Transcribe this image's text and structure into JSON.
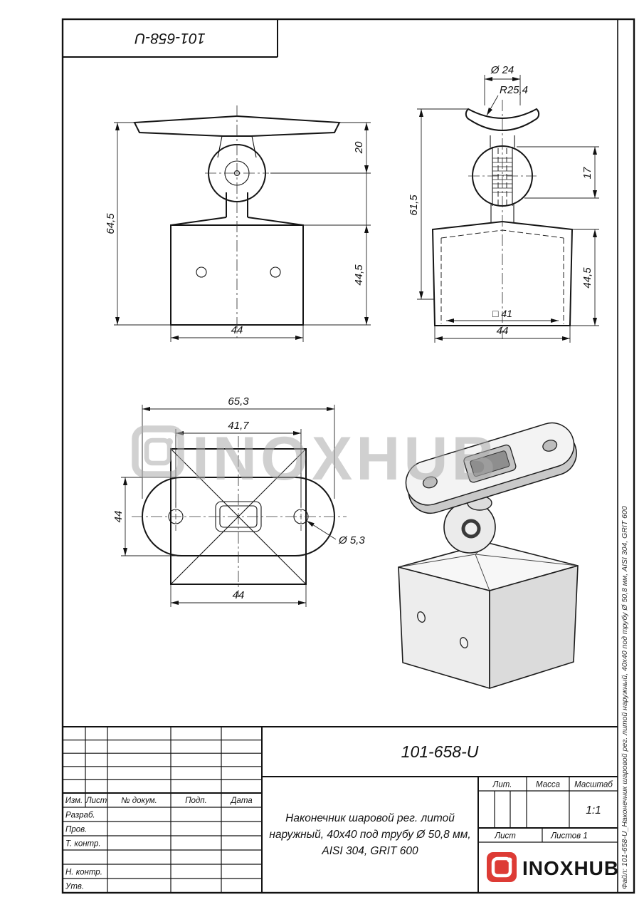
{
  "sheet": {
    "inverted_doc_number": "101-658-U",
    "side_note": "Файл: 101-658-U_Наконечник шаровой рег. литой наружный, 40х40 под трубу Ø 50,8 мм, AISI 304, GRIT 600"
  },
  "views": {
    "front": {
      "height": "64,5",
      "plate": "20",
      "cup_height": "44,5",
      "width": "44"
    },
    "side": {
      "diameter": "Ø 24",
      "radius": "R25,4",
      "thread_len": "17",
      "height": "61,5",
      "cup_height": "44,5",
      "inner_square": "□ 41",
      "width": "44"
    },
    "bottom": {
      "length": "65,3",
      "hole_spacing": "41,7",
      "width": "44",
      "hole_diameter": "Ø 5,3",
      "base_width": "44"
    }
  },
  "watermark": {
    "brand": "INOXHUB"
  },
  "title_block": {
    "doc_number": "101-658-U",
    "description": "Наконечник шаровой рег. литой наружный, 40х40 под трубу Ø 50,8 мм, AISI 304, GRIT 600",
    "columns": {
      "izm": "Изм.",
      "list": "Лист",
      "doc": "№ докум.",
      "podp": "Подп.",
      "data": "Дата"
    },
    "rows": {
      "razrab": "Разраб.",
      "prov": "Пров.",
      "tkontr": "Т. контр.",
      "nkontr": "Н. контр.",
      "utv": "Утв."
    },
    "lit_label": "Лит.",
    "mass_label": "Масса",
    "scale_label": "Масштаб",
    "scale_value": "1:1",
    "sheet_label": "Лист",
    "sheets_label": "Листов 1",
    "brand": "INOXHUB"
  }
}
